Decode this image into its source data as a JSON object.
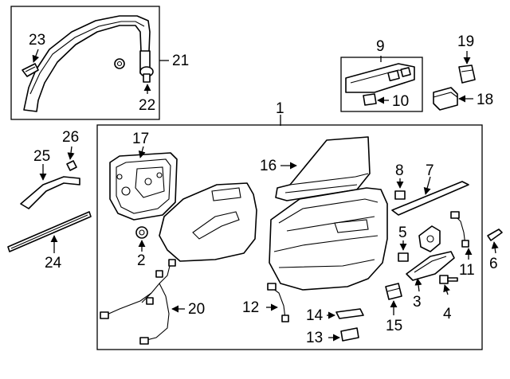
{
  "callouts": {
    "c1": "1",
    "c2": "2",
    "c3": "3",
    "c4": "4",
    "c5": "5",
    "c6": "6",
    "c7": "7",
    "c8": "8",
    "c9": "9",
    "c10": "10",
    "c11": "11",
    "c12": "12",
    "c13": "13",
    "c14": "14",
    "c15": "15",
    "c16": "16",
    "c17": "17",
    "c18": "18",
    "c19": "19",
    "c20": "20",
    "c21": "21",
    "c22": "22",
    "c23": "23",
    "c24": "24",
    "c25": "25",
    "c26": "26"
  },
  "colors": {
    "line": "#000000",
    "background": "#ffffff"
  }
}
